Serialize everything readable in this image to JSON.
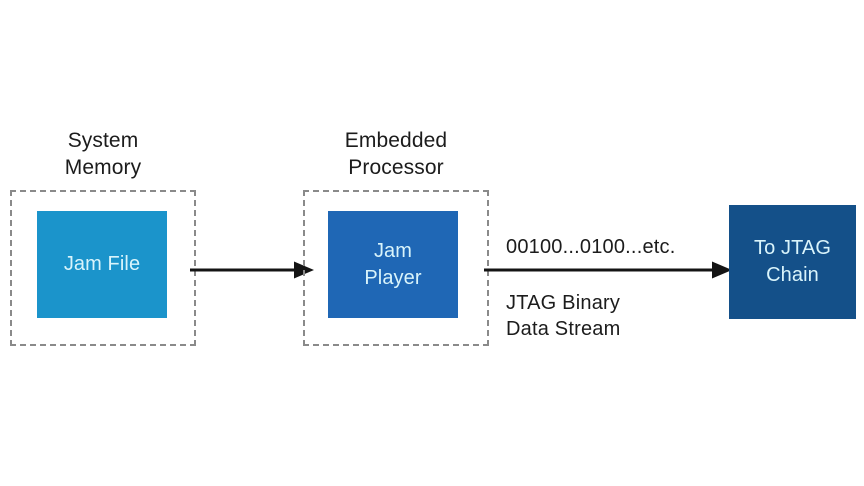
{
  "diagram": {
    "title": "Jam Player JTAG programming flow",
    "background": "#ffffff",
    "stages": [
      {
        "id": "system-memory",
        "group_label": "System\nMemory",
        "block_label": "Jam File",
        "block_color": "#1b94cb",
        "container_style": "dashed",
        "container_border_color": "#8a8a8a"
      },
      {
        "id": "embedded-processor",
        "group_label": "Embedded\nProcessor",
        "block_label": "Jam\nPlayer",
        "block_color": "#1f67b5",
        "container_style": "dashed",
        "container_border_color": "#8a8a8a"
      },
      {
        "id": "jtag-chain",
        "group_label": "",
        "block_label": "To JTAG\nChain",
        "block_color": "#145089",
        "container_style": "none",
        "container_border_color": ""
      }
    ],
    "block_text_color": "#d9f4fb",
    "label_text_color": "#1c1c1c",
    "connectors": [
      {
        "id": "memory-to-processor",
        "from": "system-memory",
        "to": "embedded-processor",
        "color": "#141414",
        "label_above": "",
        "label_below": ""
      },
      {
        "id": "processor-to-jtag",
        "from": "embedded-processor",
        "to": "jtag-chain",
        "color": "#141414",
        "label_above": "00100...0100...etc.",
        "label_below": "JTAG Binary\nData Stream"
      }
    ]
  }
}
